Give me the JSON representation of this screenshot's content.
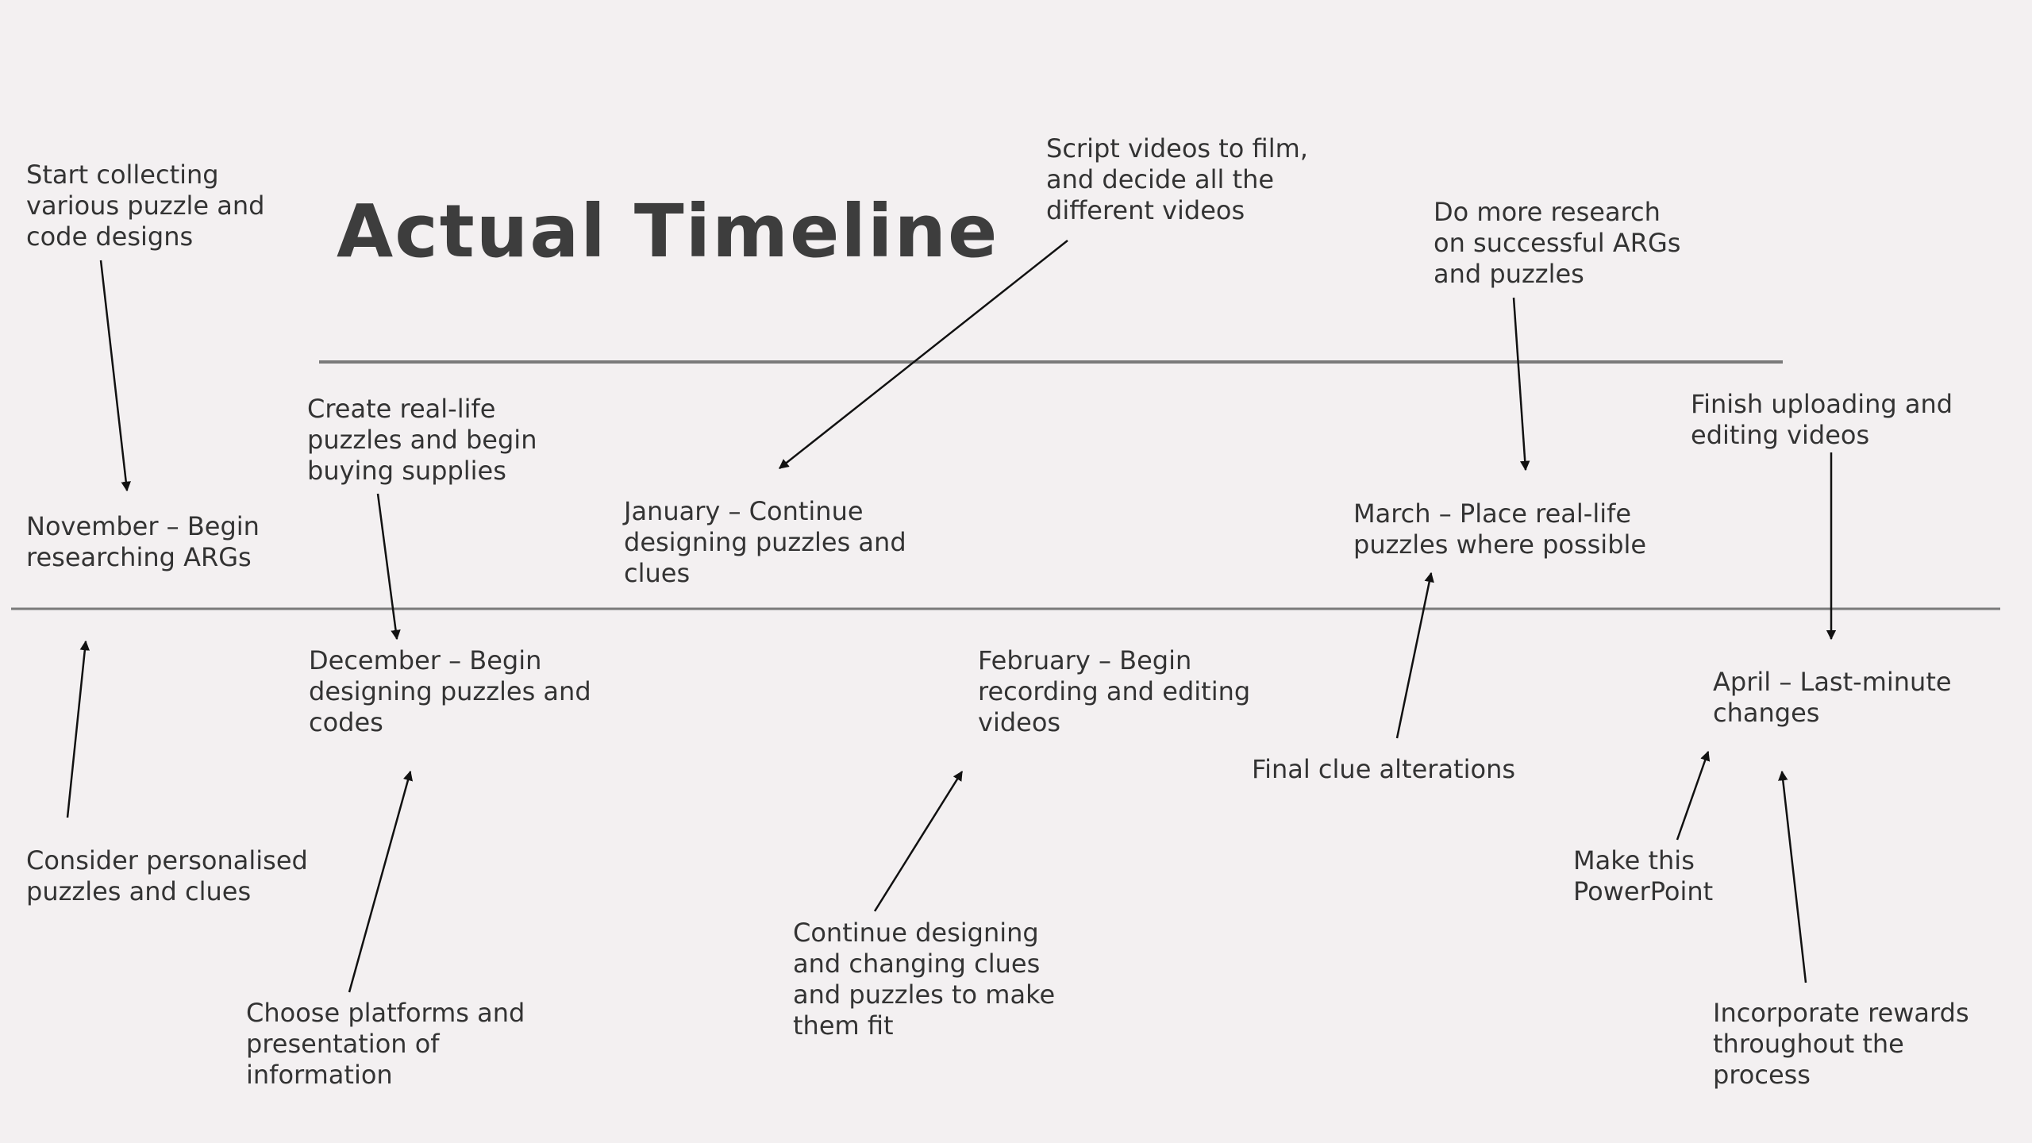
{
  "title": "Actual Timeline",
  "milestones": {
    "november": "November – Begin\nresearching ARGs",
    "december": "December – Begin\ndesigning puzzles and\ncodes",
    "january": "January – Continue\ndesigning puzzles and\nclues",
    "february": "February – Begin\nrecording and editing\nvideos",
    "march": "March – Place real-life\npuzzles where possible",
    "april": "April – Last-minute\nchanges"
  },
  "notes": {
    "start_collecting": "Start collecting\nvarious puzzle and\ncode designs",
    "consider_personalised": "Consider personalised\npuzzles and clues",
    "create_real_life": "Create real-life\npuzzles and begin\nbuying supplies",
    "choose_platforms": "Choose platforms and\npresentation of\ninformation",
    "script_videos": "Script videos to film,\nand decide all the\ndifferent videos",
    "continue_designing": "Continue designing\nand changing clues\nand puzzles to make\nthem fit",
    "do_more_research": "Do more research\non successful ARGs\nand puzzles",
    "final_clue": "Final clue alterations",
    "finish_uploading": "Finish uploading and\nediting videos",
    "make_powerpoint": "Make this\nPowerPoint",
    "incorporate_rewards": "Incorporate rewards\nthroughout the\nprocess"
  }
}
